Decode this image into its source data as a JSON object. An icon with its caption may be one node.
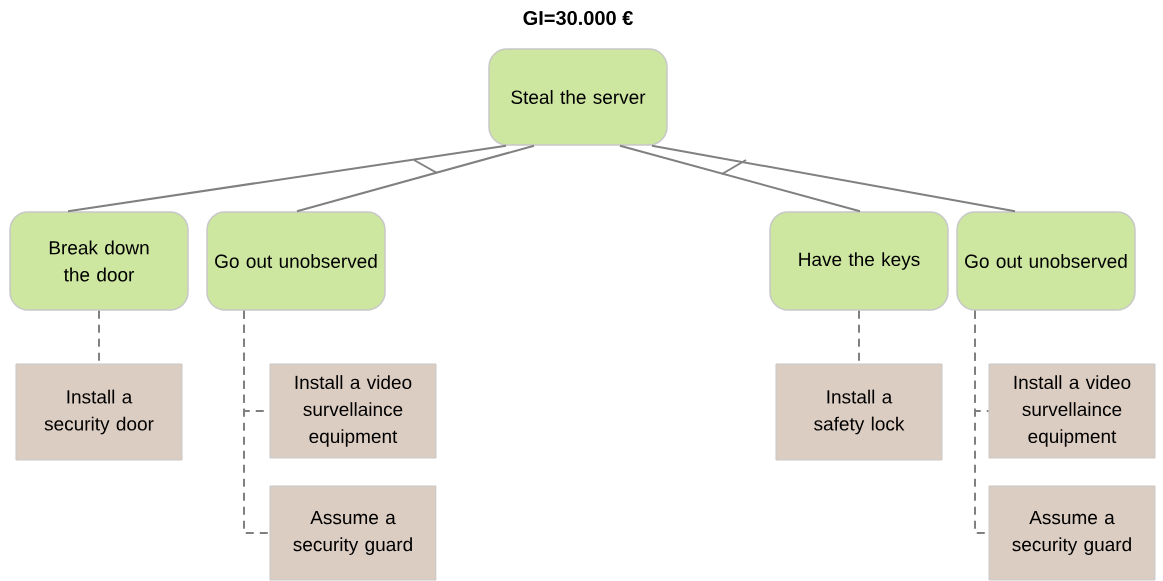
{
  "diagram": {
    "title": "GI=30.000 €",
    "nodes": [
      {
        "text": [
          "Steal the server"
        ]
      },
      {
        "text": [
          "Break down the door"
        ]
      },
      {
        "text": [
          "Go out unobserved"
        ]
      },
      {
        "text": [
          "Have the keys"
        ]
      },
      {
        "text": [
          "Go out unobserved"
        ]
      },
      {
        "text": [
          "Install a security door"
        ]
      },
      {
        "text": [
          "Install a video survellaince equipment"
        ]
      },
      {
        "text": [
          "Assume a security guard"
        ]
      },
      {
        "text": [
          "Install a safety lock"
        ]
      },
      {
        "text": [
          "Install a video survellaince equipment"
        ]
      },
      {
        "text": [
          "Assume a security guard"
        ]
      }
    ],
    "edges": [
      {
        "from": 0,
        "to": 1,
        "arrow": "none"
      },
      {
        "from": 0,
        "to": 2,
        "arrow": "none"
      },
      {
        "from": 0,
        "to": 3,
        "arrow": "none"
      },
      {
        "from": 0,
        "to": 4,
        "arrow": "none"
      },
      {
        "from": 1,
        "to": 5,
        "arrow": "none",
        "style": "dashed"
      },
      {
        "from": 2,
        "to": 6,
        "arrow": "none",
        "style": "dashed"
      },
      {
        "from": 2,
        "to": 7,
        "arrow": "none",
        "style": "dashed"
      },
      {
        "from": 3,
        "to": 8,
        "arrow": "none",
        "style": "dashed"
      },
      {
        "from": 4,
        "to": 9,
        "arrow": "none",
        "style": "dashed"
      },
      {
        "from": 4,
        "to": 10,
        "arrow": "none",
        "style": "dashed"
      }
    ]
  }
}
